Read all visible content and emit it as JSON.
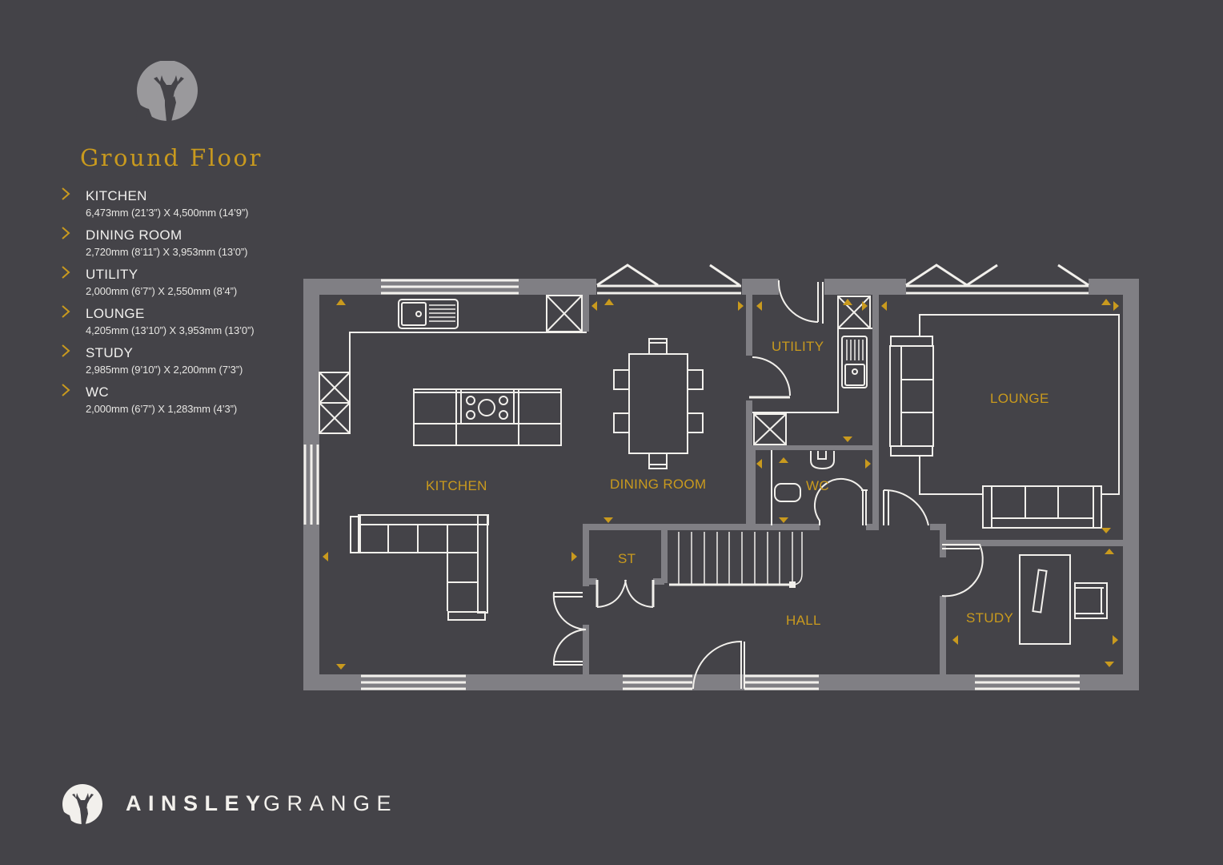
{
  "header": {
    "title": "Ground Floor",
    "logo_icon": "stag-head-icon"
  },
  "rooms": [
    {
      "name": "KITCHEN",
      "dims": "6,473mm (21’3”) X 4,500mm (14’9”)"
    },
    {
      "name": "DINING ROOM",
      "dims": "2,720mm (8’11”) X 3,953mm (13’0”)"
    },
    {
      "name": "UTILITY",
      "dims": "2,000mm (6’7”) X 2,550mm (8’4”)"
    },
    {
      "name": "LOUNGE",
      "dims": "4,205mm (13’10”) X 3,953mm (13’0”)"
    },
    {
      "name": "STUDY",
      "dims": "2,985mm (9’10”) X 2,200mm (7’3”)"
    },
    {
      "name": "WC",
      "dims": "2,000mm (6’7”) X 1,283mm (4’3”)"
    }
  ],
  "plan_labels": {
    "kitchen": "KITCHEN",
    "dining": "DINING ROOM",
    "utility": "UTILITY",
    "lounge": "LOUNGE",
    "wc": "WC",
    "st": "ST",
    "hall": "HALL",
    "study": "STUDY"
  },
  "brand": {
    "name_bold": "AINSLEY",
    "name_light": "GRANGE",
    "logo_icon": "stag-head-icon"
  },
  "colors": {
    "background": "#444348",
    "wall": "#807f84",
    "accent": "#c99a1e",
    "line": "#f2f0ec"
  }
}
